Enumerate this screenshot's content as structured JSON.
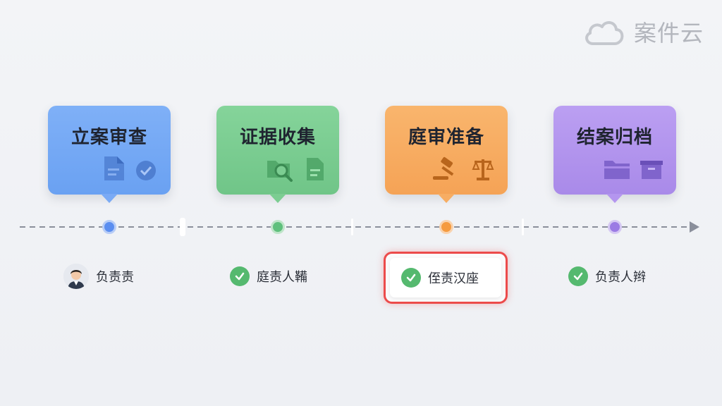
{
  "brand": {
    "name": "案件云",
    "icon": "cloud-icon"
  },
  "stages": [
    {
      "title": "立案审查",
      "icons": [
        "document-icon",
        "check-circle-icon"
      ],
      "color": "#7aaaf5"
    },
    {
      "title": "证据收集",
      "icons": [
        "folder-search-icon",
        "document-icon"
      ],
      "color": "#7ccd92"
    },
    {
      "title": "庭审准备",
      "icons": [
        "gavel-icon",
        "scales-icon"
      ],
      "color": "#f7ad63"
    },
    {
      "title": "结案归档",
      "icons": [
        "folder-icon",
        "archive-box-icon"
      ],
      "color": "#b496ef"
    }
  ],
  "statuses": [
    {
      "text": "负责责",
      "marker": "avatar"
    },
    {
      "text": "庭责人鞴",
      "marker": "check-icon"
    },
    {
      "text": "侄责汉座",
      "marker": "check-icon",
      "highlighted": true
    },
    {
      "text": "负责人辫",
      "marker": "check-icon"
    }
  ],
  "colors": {
    "highlight": "#ec4b4b",
    "check": "#55b96f"
  }
}
